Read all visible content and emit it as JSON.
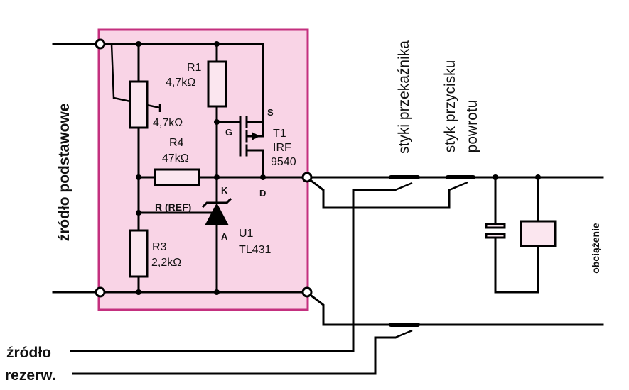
{
  "labels": {
    "source_main": "źródło podstawowe",
    "r1": {
      "name": "R1",
      "value": "4,7kΩ"
    },
    "potentiometer": {
      "value": "4,7kΩ"
    },
    "r4": {
      "name": "R4",
      "value": "47kΩ"
    },
    "r3": {
      "name": "R3",
      "value": "2,2kΩ"
    },
    "t1": {
      "name": "T1",
      "model_line1": "IRF",
      "model_line2": "9540",
      "pin_s": "S",
      "pin_g": "G",
      "pin_d": "D"
    },
    "u1": {
      "name": "U1",
      "model": "TL431",
      "pin_k": "K",
      "pin_a": "A",
      "pin_ref": "R (REF)"
    },
    "relay_contacts": "styki przekaźnika",
    "button_contact_line1": "styk przycisku",
    "button_contact_line2": "powrotu",
    "load": "obciążenie",
    "source_backup_line1": "źródło",
    "source_backup_line2": "rezerw."
  },
  "colors": {
    "board_fill": "#f9d4e6",
    "board_stroke": "#c4307f",
    "wire": "#000000"
  }
}
